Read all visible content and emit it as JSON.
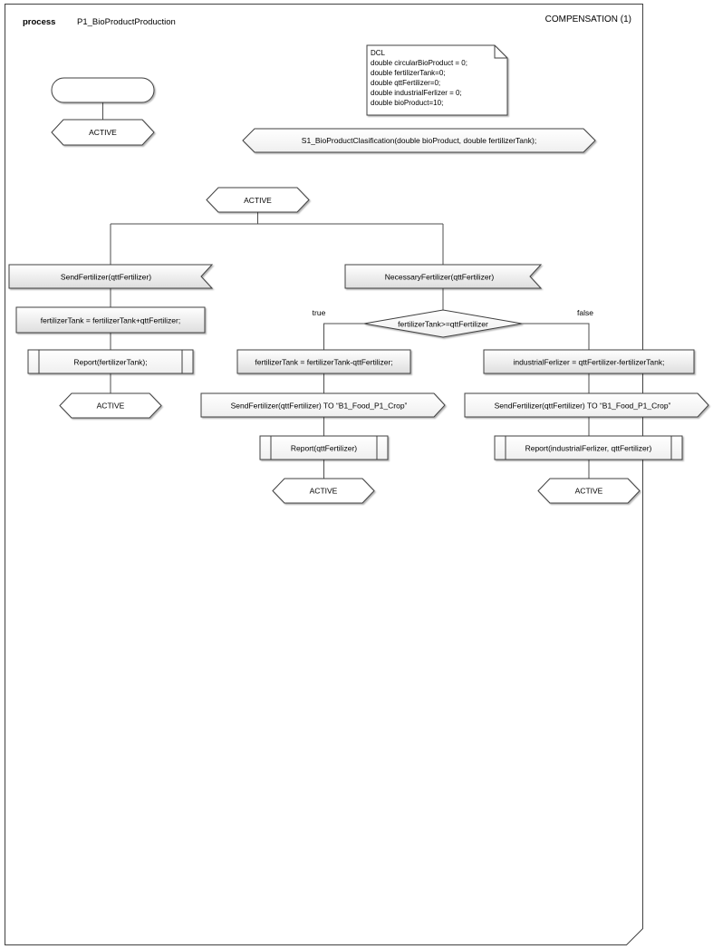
{
  "header": {
    "kind": "process",
    "name": "P1_BioProductProduction",
    "page": "COMPENSATION (1)"
  },
  "dcl": {
    "title": "DCL",
    "highlight_color": "#c00000",
    "lines": [
      "double circularBioProduct = 0;",
      "double fertilizerTank=0;",
      "double qttFertilizer=0;",
      "double industrialFerlizer = 0;",
      "double bioProduct=10;"
    ]
  },
  "declaration_banner": "S1_BioProductClasification(double bioProduct, double  fertilizerTank);",
  "state_label": "ACTIVE",
  "left_branch": {
    "input": "SendFertilizer(qttFertilizer)",
    "task": "fertilizerTank = fertilizerTank+qttFertilizer;",
    "call": "Report(fertilizerTank);"
  },
  "right_branch": {
    "input": "NecessaryFertilizer(qttFertilizer)",
    "decision": "fertilizerTank>=qttFertilizer",
    "true_label": "true",
    "false_label": "false",
    "true_path": {
      "task": "fertilizerTank = fertilizerTank-qttFertilizer;",
      "output": "SendFertilizer(qttFertilizer) TO “B1_Food_P1_Crop”",
      "call": "Report(qttFertilizer)"
    },
    "false_path": {
      "task": "industrialFerlizer = qttFertilizer-fertilizerTank;",
      "output": "SendFertilizer(qttFertilizer) TO “B1_Food_P1_Crop”",
      "call": "Report(industrialFerlizer, qttFertilizer)"
    }
  }
}
